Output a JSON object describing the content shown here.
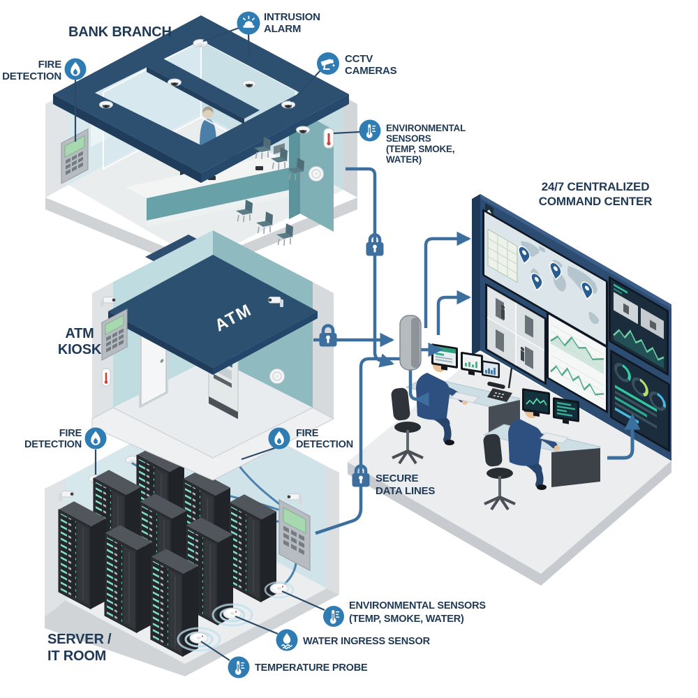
{
  "palette": {
    "label_text": "#203a56",
    "callout_line": "#2c4a67",
    "icon_circle": "#2f7cb3",
    "icon_glyph": "#ffffff",
    "data_line": "#3c6f9e",
    "roof_navy": "#2c5170",
    "wall_navy": "#2c4c72",
    "teal_wall": "#7fb0b5",
    "light_wall": "#d7e8ed",
    "floor_gray": "#ebedee",
    "rack_dark": "#2b2e33",
    "led_teal": "#7fdcc8",
    "hub_gray": "#b6bbc0",
    "screen_dark": "#1b2d3c",
    "chart_green": "#5fd6a2"
  },
  "sections": {
    "bank_branch": {
      "title": "BANK BRANCH"
    },
    "atm_kiosk": {
      "title_lines": [
        "ATM",
        "KIOSK"
      ],
      "roof_sign": "ATM"
    },
    "server_room": {
      "title_lines": [
        "SERVER /",
        "IT ROOM"
      ]
    },
    "command_center": {
      "title_lines": [
        "24/7 CENTRALIZED",
        "COMMAND CENTER"
      ]
    }
  },
  "callouts": {
    "fire_detection_bank": {
      "icon": "flame-icon",
      "lines": [
        "FIRE",
        "DETECTION"
      ]
    },
    "intrusion_alarm": {
      "icon": "siren-icon",
      "lines": [
        "INTRUSION",
        "ALARM"
      ]
    },
    "cctv_cameras": {
      "icon": "cctv-camera-icon",
      "lines": [
        "CCTV",
        "CAMERAS"
      ]
    },
    "environmental_sensors_bank": {
      "icon": "thermometer-icon",
      "lines": [
        "ENVIRONMENTAL",
        "SENSORS",
        "(TEMP, SMOKE,",
        "WATER)"
      ]
    },
    "fire_detection_server_left": {
      "icon": "flame-icon",
      "lines": [
        "FIRE",
        "DETECTION"
      ]
    },
    "fire_detection_server_right": {
      "icon": "flame-icon",
      "lines": [
        "FIRE",
        "DETECTION"
      ]
    },
    "secure_data_lines": {
      "icon": "padlock-icon",
      "lines": [
        "SECURE",
        "DATA LINES"
      ]
    },
    "environmental_sensors_server": {
      "icon": "thermometer-icon",
      "lines": [
        "ENVIRONMENTAL SENSORS",
        "(TEMP, SMOKE, WATER)"
      ]
    },
    "water_ingress_sensor": {
      "icon": "water-drop-icon",
      "lines": [
        "WATER INGRESS SENSOR"
      ]
    },
    "temperature_probe": {
      "icon": "thermometer-icon",
      "lines": [
        "TEMPERATURE PROBE"
      ]
    }
  }
}
